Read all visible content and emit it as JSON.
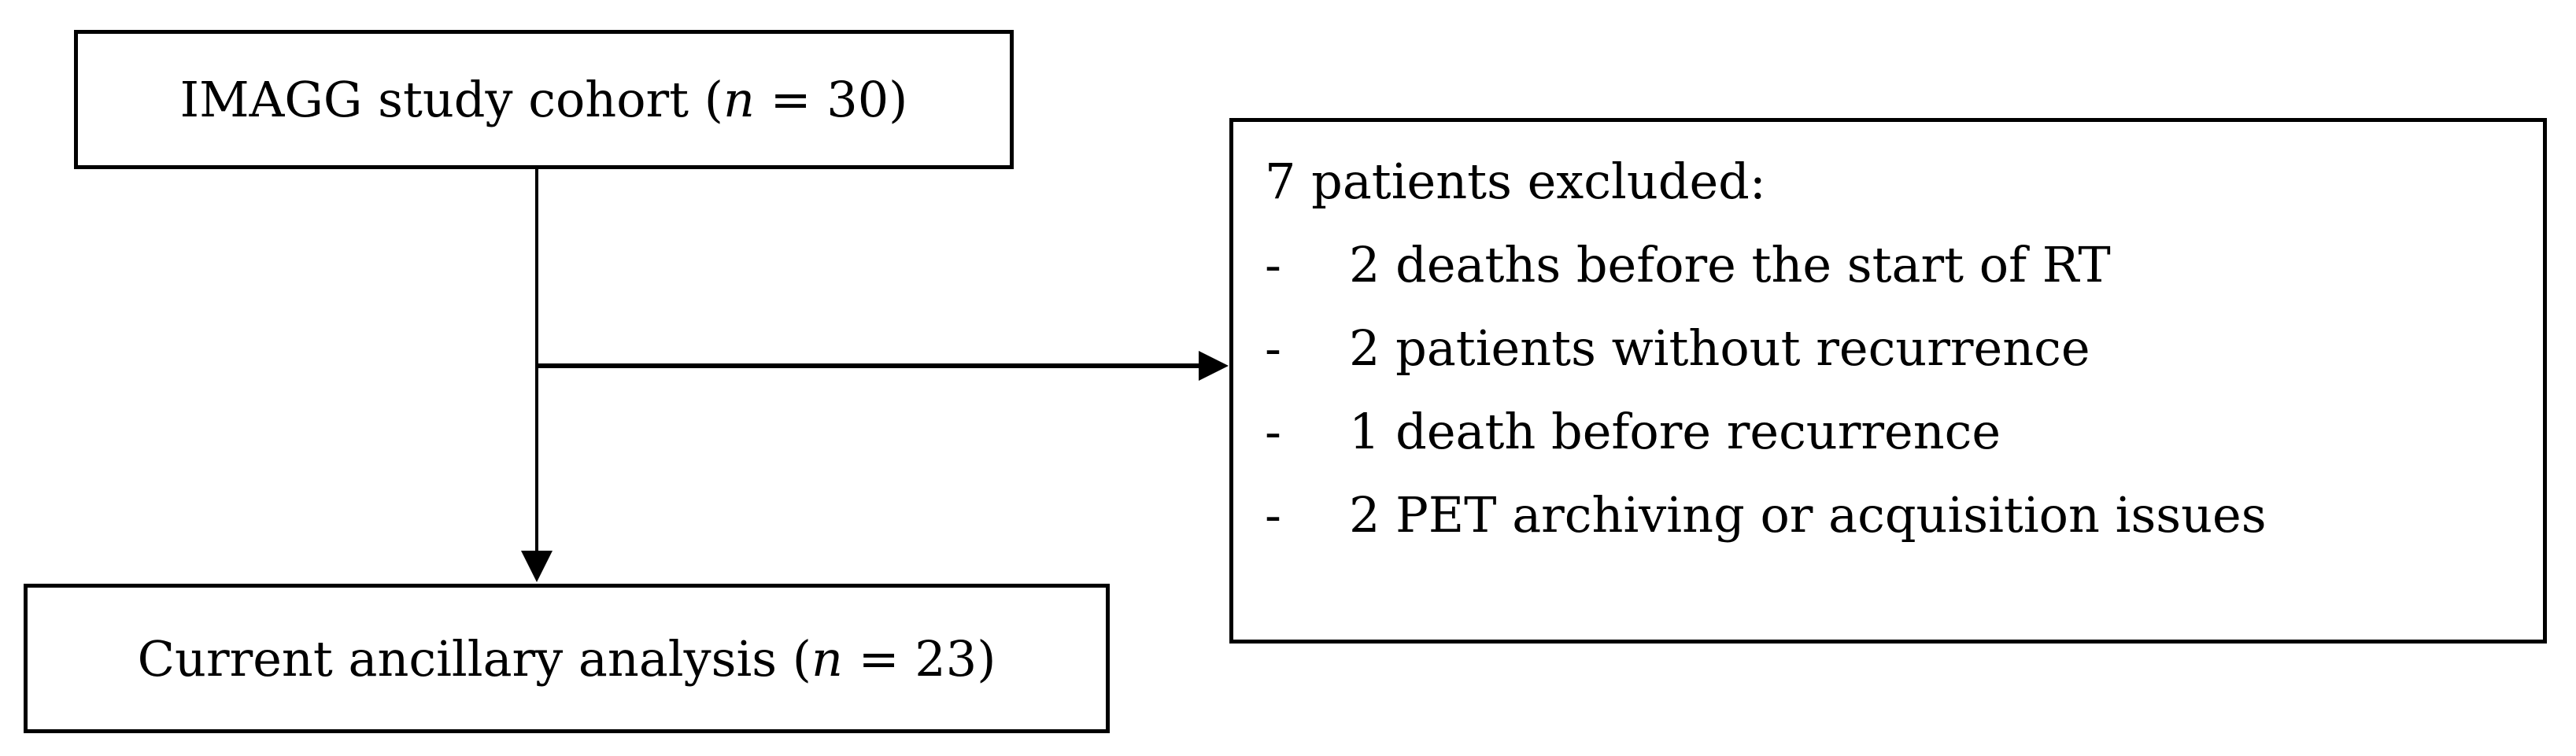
{
  "figure": {
    "background_color": "#ffffff",
    "text_color": "#000000",
    "line_color": "#000000"
  },
  "cohort_box": {
    "text_prefix": "IMAGG study cohort (",
    "n_symbol": "n",
    "text_suffix": " = 30)"
  },
  "analysis_box": {
    "text_prefix": "Current ancillary analysis (",
    "n_symbol": "n",
    "text_suffix": " = 23)"
  },
  "excluded_box": {
    "title": "7 patients excluded:",
    "bullet": "-",
    "items": [
      {
        "text": "2 deaths before the start of RT"
      },
      {
        "text": "2 patients without recurrence"
      },
      {
        "text": "1 death before recurrence"
      },
      {
        "text": "2 PET archiving or acquisition issues"
      }
    ]
  }
}
